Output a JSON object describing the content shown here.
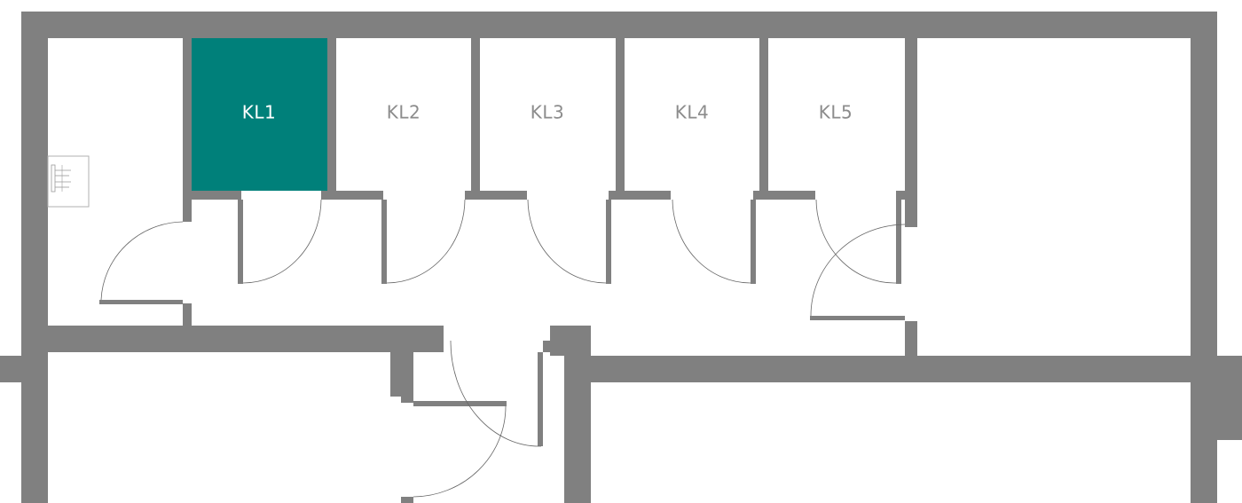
{
  "colors": {
    "wall": "#808080",
    "selected_fill": "#00807a",
    "label_default": "#8c8c8c",
    "label_selected": "#ffffff"
  },
  "units": [
    {
      "id": "KL1",
      "label": "KL1",
      "selected": true
    },
    {
      "id": "KL2",
      "label": "KL2",
      "selected": false
    },
    {
      "id": "KL3",
      "label": "KL3",
      "selected": false
    },
    {
      "id": "KL4",
      "label": "KL4",
      "selected": false
    },
    {
      "id": "KL5",
      "label": "KL5",
      "selected": false
    }
  ],
  "icons": {
    "fixture": "electrical-panel-icon"
  }
}
